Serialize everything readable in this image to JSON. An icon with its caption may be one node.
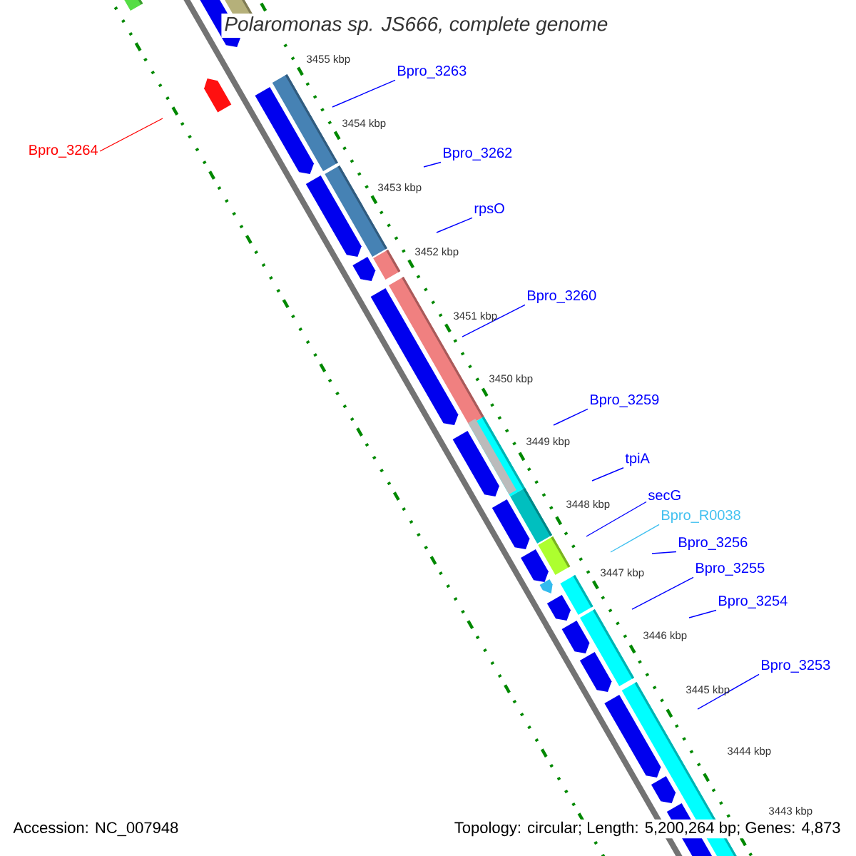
{
  "diagram": {
    "title": "Polaromonas sp. JS666, complete genome",
    "nodes": [
      {
        "text": [
          "Bpro_3263"
        ]
      },
      {
        "text": [
          "Bpro_3262"
        ]
      },
      {
        "text": [
          "Bpro_3264"
        ]
      },
      {
        "text": [
          "rpsO"
        ]
      },
      {
        "text": [
          "Bpro_3260"
        ]
      },
      {
        "text": [
          "Bpro_3259"
        ]
      },
      {
        "text": [
          "tpiA"
        ]
      },
      {
        "text": [
          "secG"
        ]
      },
      {
        "text": [
          "Bpro_R0038"
        ]
      },
      {
        "text": [
          "Bpro_3256"
        ]
      },
      {
        "text": [
          "Bpro_3255"
        ]
      },
      {
        "text": [
          "Bpro_3254"
        ]
      },
      {
        "text": [
          "Bpro_3253"
        ]
      }
    ],
    "edges": [
      {
        "from": 0,
        "to": null,
        "arrow": "none"
      },
      {
        "from": 1,
        "to": null,
        "arrow": "none"
      },
      {
        "from": 2,
        "to": null,
        "arrow": "none",
        "color": "#ff0000"
      },
      {
        "from": 3,
        "to": null,
        "arrow": "none"
      },
      {
        "from": 4,
        "to": null,
        "arrow": "none"
      },
      {
        "from": 5,
        "to": null,
        "arrow": "none"
      },
      {
        "from": 6,
        "to": null,
        "arrow": "none"
      },
      {
        "from": 7,
        "to": null,
        "arrow": "none"
      },
      {
        "from": 8,
        "to": null,
        "arrow": "none",
        "color": "#40c0f0"
      },
      {
        "from": 9,
        "to": null,
        "arrow": "none"
      },
      {
        "from": 10,
        "to": null,
        "arrow": "none"
      },
      {
        "from": 11,
        "to": null,
        "arrow": "none"
      },
      {
        "from": 12,
        "to": null,
        "arrow": "none"
      }
    ],
    "labels": [
      "3455 kbp",
      "3454 kbp",
      "3453 kbp",
      "3452 kbp",
      "3451 kbp",
      "3450 kbp",
      "3449 kbp",
      "3448 kbp",
      "3447 kbp",
      "3446 kbp",
      "3445 kbp",
      "3444 kbp",
      "3443 kbp",
      "Accession: NC_007948",
      "Topology: circular; Length: 5,200,264 bp; Genes: 4,873"
    ]
  }
}
